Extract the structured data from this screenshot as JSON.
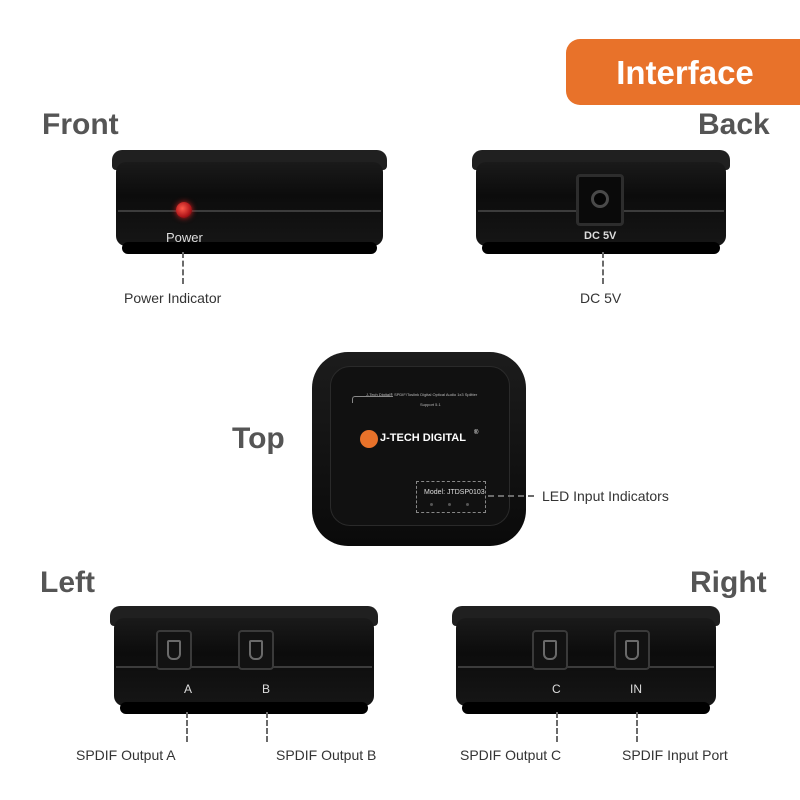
{
  "tag": {
    "text": "Interface",
    "color": "#e8722a"
  },
  "views": {
    "front": {
      "heading": "Front",
      "panel_text": "Power",
      "callout": "Power Indicator"
    },
    "back": {
      "heading": "Back",
      "panel_text": "DC 5V",
      "callout": "DC 5V"
    },
    "top": {
      "heading": "Top",
      "fine_print_1": "J-Tech Digital® SPDIF/Toslink Digital Optical Audio 1x3 Splitter",
      "fine_print_2": "Support 5.1",
      "brand": "J-TECH DIGITAL",
      "brand_tm": "®",
      "model": "Model: JTDSP0103",
      "callout": "LED Input Indicators"
    },
    "left": {
      "heading": "Left",
      "port_a": "A",
      "port_b": "B",
      "callout_a": "SPDIF Output A",
      "callout_b": "SPDIF Output B"
    },
    "right": {
      "heading": "Right",
      "port_c": "C",
      "port_in": "IN",
      "callout_c": "SPDIF Output C",
      "callout_in": "SPDIF Input Port"
    }
  },
  "icons": {
    "logo": "j-tech-logo-icon",
    "led": "power-led-icon",
    "jack": "dc-jack-icon",
    "port": "optical-port-icon"
  }
}
